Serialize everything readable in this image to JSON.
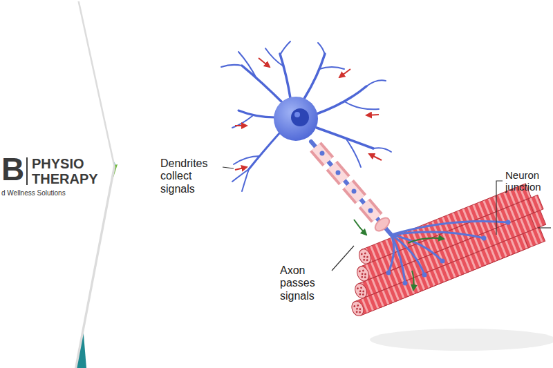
{
  "diagram": {
    "labels": [
      "B",
      "PHYSIO",
      "THERAPY",
      "d Wellness Solutions",
      "Dendrites collect signals",
      "Axon passes signals",
      "Neuron junction"
    ]
  }
}
